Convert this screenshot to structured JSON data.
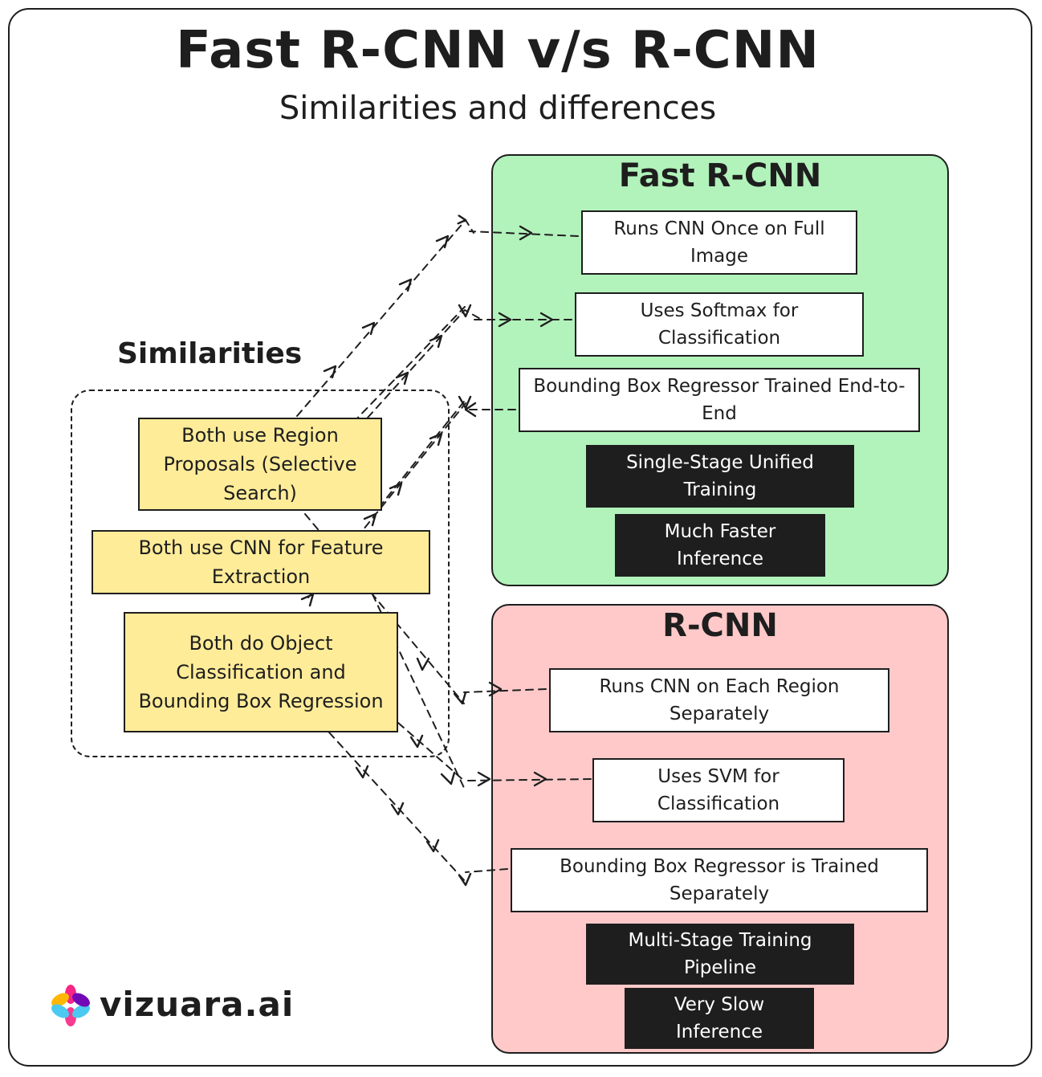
{
  "title": "Fast R-CNN v/s R-CNN",
  "subtitle": "Similarities and differences",
  "fast_rcnn": {
    "title": "Fast R-CNN",
    "items": [
      "Runs CNN Once on Full Image",
      "Uses Softmax for Classification",
      "Bounding Box Regressor Trained End-to-End",
      "Single-Stage Unified Training",
      "Much Faster Inference"
    ]
  },
  "rcnn": {
    "title": "R-CNN",
    "items": [
      "Runs CNN on Each Region Separately",
      "Uses SVM for Classification",
      "Bounding Box Regressor is Trained Separately",
      "Multi-Stage Training Pipeline",
      "Very Slow Inference"
    ]
  },
  "similarities": {
    "label": "Similarities",
    "items": [
      "Both use Region Proposals (Selective Search)",
      "Both use CNN for Feature Extraction",
      "Both do Object Classification and Bounding Box Regression"
    ]
  },
  "brand": {
    "name": "vizuara.ai",
    "colors": [
      "#f72585",
      "#ffb703",
      "#4cc9f0",
      "#7209b7"
    ]
  },
  "colors": {
    "fast_panel": "#b2f2bb",
    "rcnn_panel": "#ffc9c9",
    "similarity_box": "#ffec99",
    "dark_box": "#1e1e1e",
    "stroke": "#1e1e1e"
  }
}
